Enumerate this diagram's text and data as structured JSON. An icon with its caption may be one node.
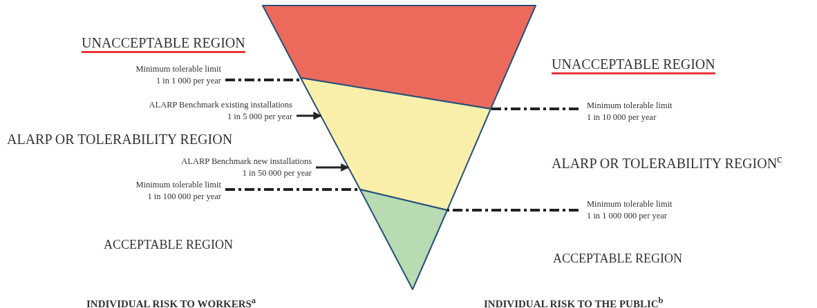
{
  "diagram": {
    "nodes": [
      {
        "text": [],
        "shape": "band"
      },
      {
        "text": [],
        "shape": "band"
      },
      {
        "text": [],
        "shape": "triangle"
      },
      {
        "text": [
          "Minimum tolerable limit",
          "1 in 1 000 per year"
        ]
      },
      {
        "text": [
          "ALARP Benchmark existing installations",
          "1 in 5 000 per year"
        ]
      },
      {
        "text": [
          "ALARP Benchmark new installations",
          "1 in 50 000 per year"
        ]
      },
      {
        "text": [
          "Minimum tolerable limit",
          "1 in 100 000 per year"
        ]
      },
      {
        "text": [
          "Minimum tolerable limit",
          "1 in 10 000 per year"
        ]
      },
      {
        "text": [
          "Minimum tolerable limit",
          "1 in 1 000 000 per year"
        ]
      }
    ],
    "edges": [
      {
        "from": 3,
        "to": 1,
        "arrow": "none",
        "style": "dashed"
      },
      {
        "from": 4,
        "to": 1,
        "arrow": "to"
      },
      {
        "from": 5,
        "to": 1,
        "arrow": "to"
      },
      {
        "from": 6,
        "to": 2,
        "arrow": "none",
        "style": "dashed"
      },
      {
        "from": 7,
        "to": 1,
        "arrow": "none",
        "style": "dashed"
      },
      {
        "from": 8,
        "to": 2,
        "arrow": "none",
        "style": "dashed"
      }
    ],
    "labels": [
      "UNACCEPTABLE REGION",
      "UNACCEPTABLE REGION",
      "ALARP OR TOLERABILITY REGION",
      "ALARP OR TOLERABILITY REGION$^{c}$",
      "ACCEPTABLE REGION",
      "ACCEPTABLE REGION",
      "INDIVIDUAL RISK TO WORKERS$^{a}$",
      "INDIVIDUAL RISK TO THE PUBLIC$^{b}$"
    ]
  }
}
